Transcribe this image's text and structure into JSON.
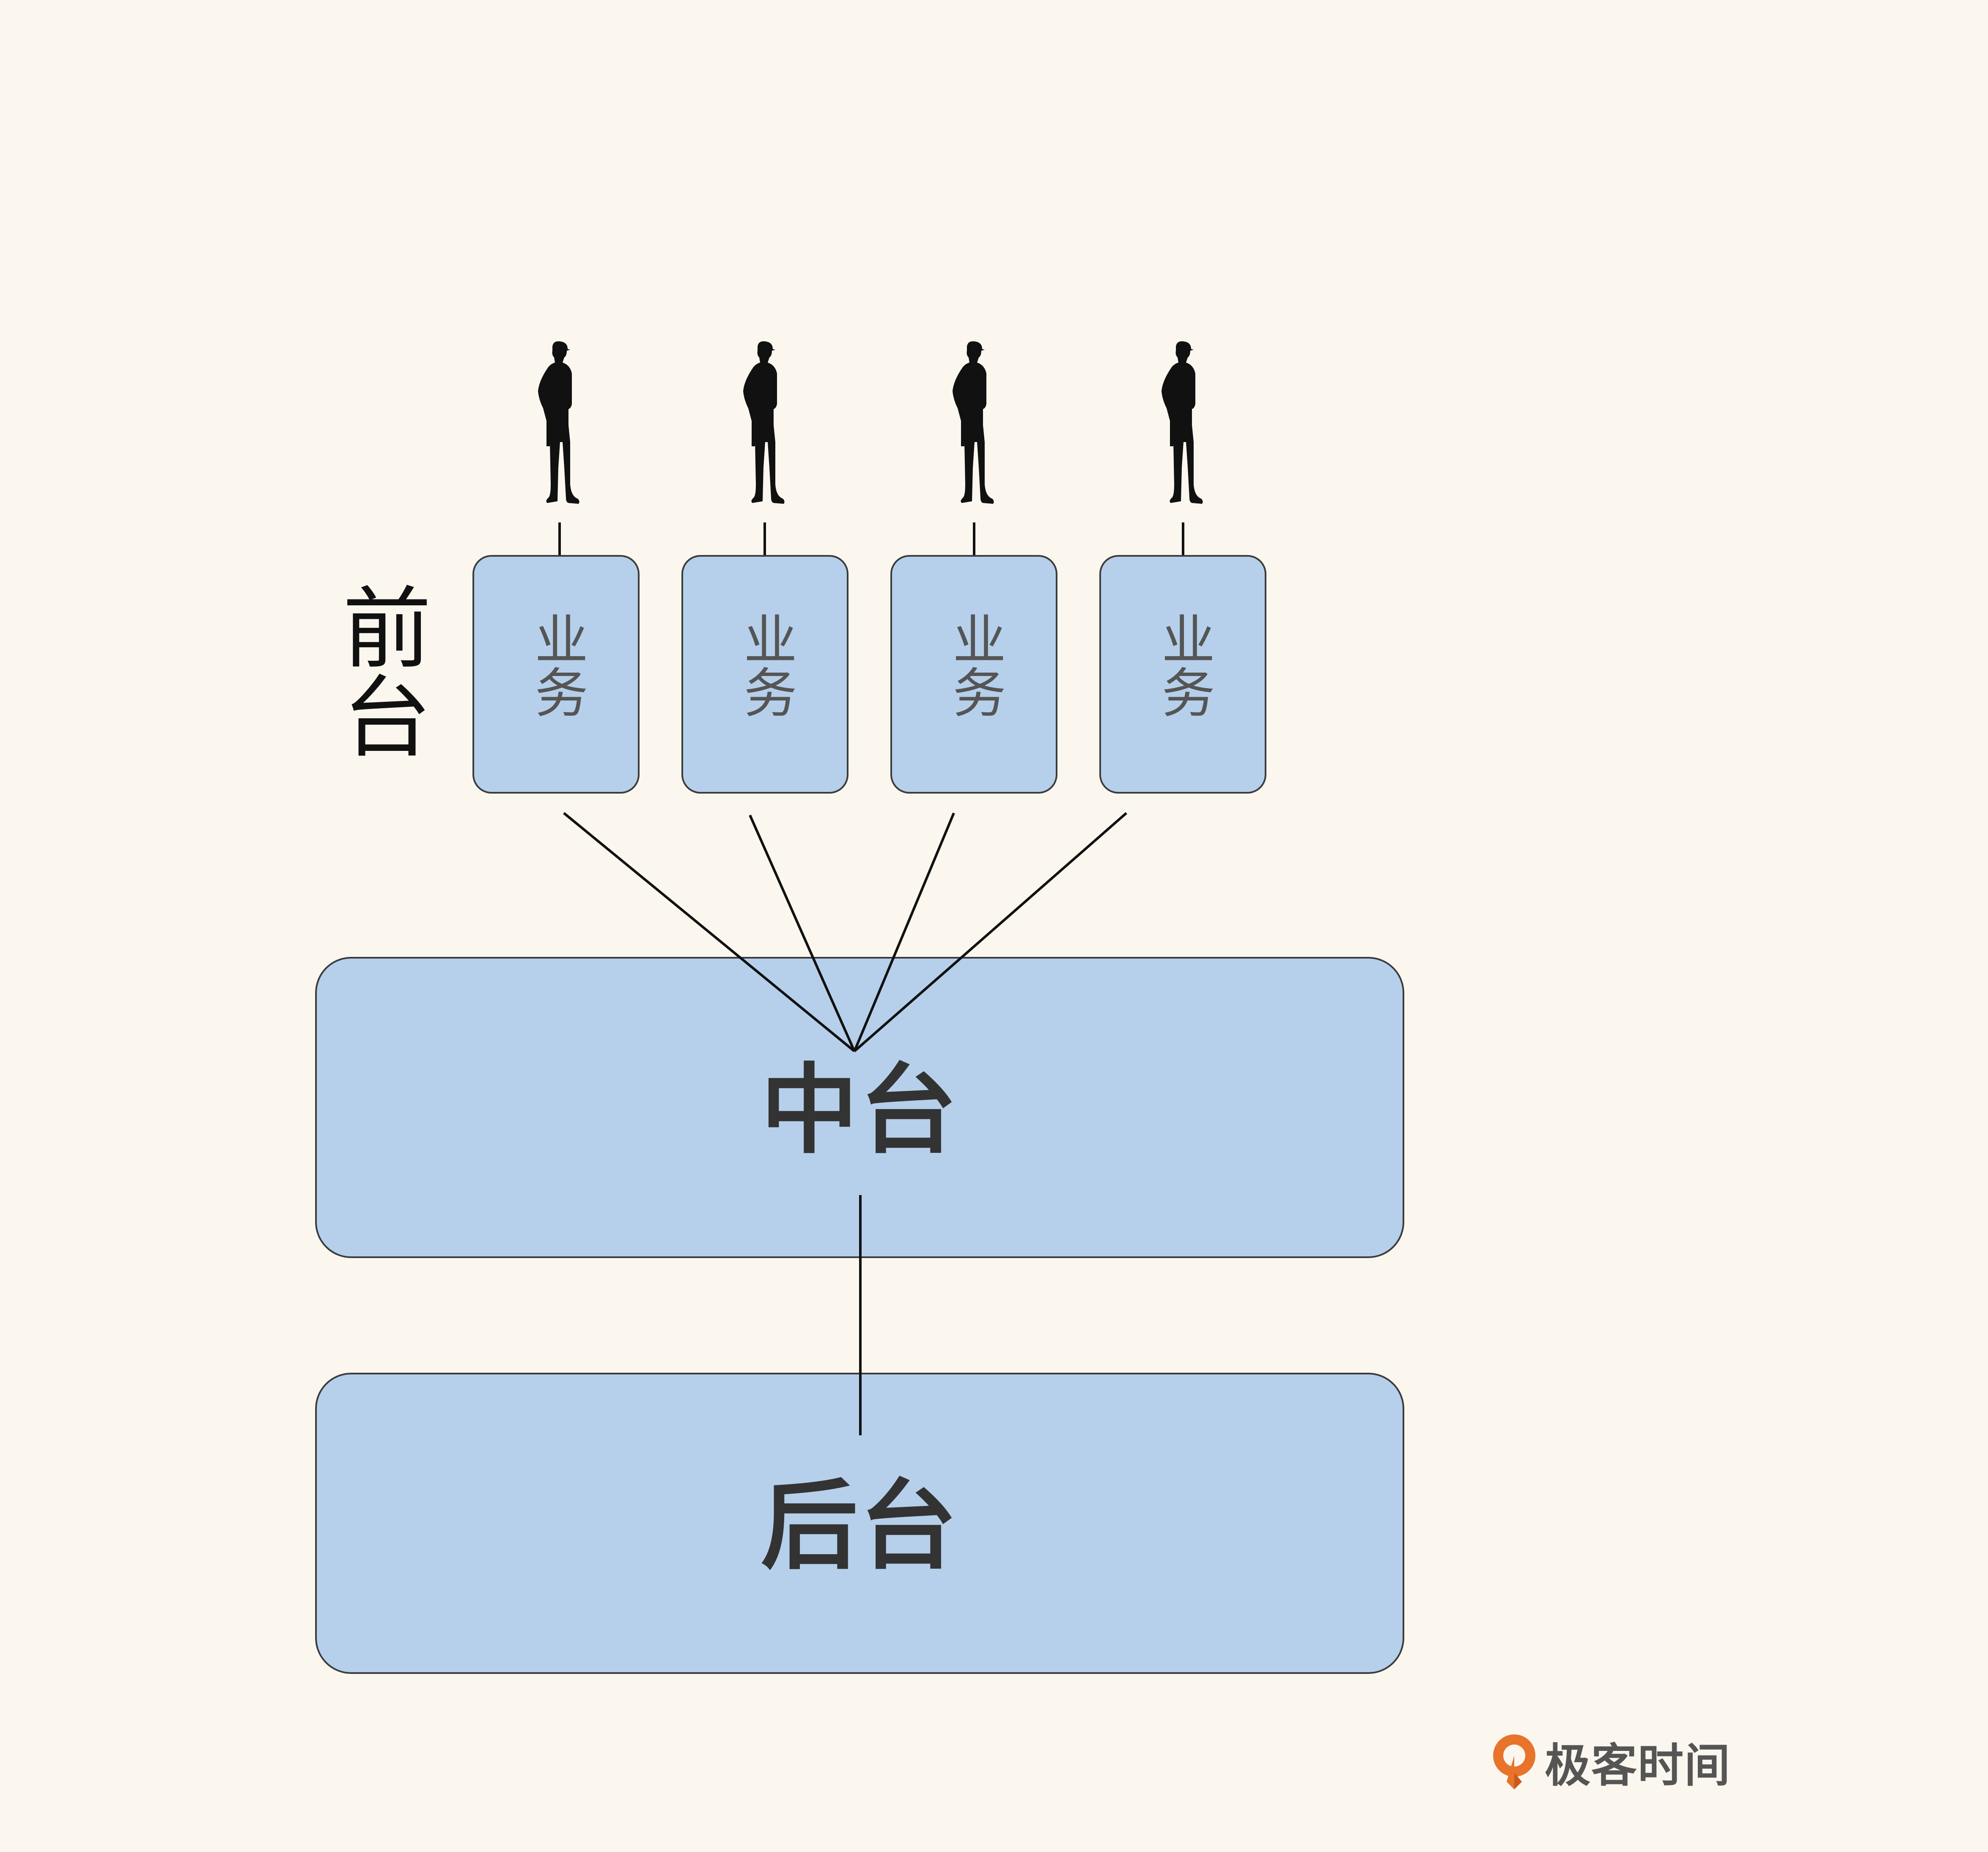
{
  "diagram": {
    "front_label": "前台",
    "business_boxes": [
      {
        "label": "业务"
      },
      {
        "label": "业务"
      },
      {
        "label": "业务"
      },
      {
        "label": "业务"
      }
    ],
    "middle_layer": {
      "label": "中台"
    },
    "back_layer": {
      "label": "后台"
    },
    "person_icon": "worker-silhouette-icon"
  },
  "colors": {
    "background": "#fbf7ef",
    "box_fill": "#b6d0eb",
    "box_border": "#3c3c3c",
    "line": "#111111",
    "logo_accent": "#e8732a"
  },
  "logo": {
    "text": "极客时间",
    "icon": "geektime-logo-icon"
  }
}
